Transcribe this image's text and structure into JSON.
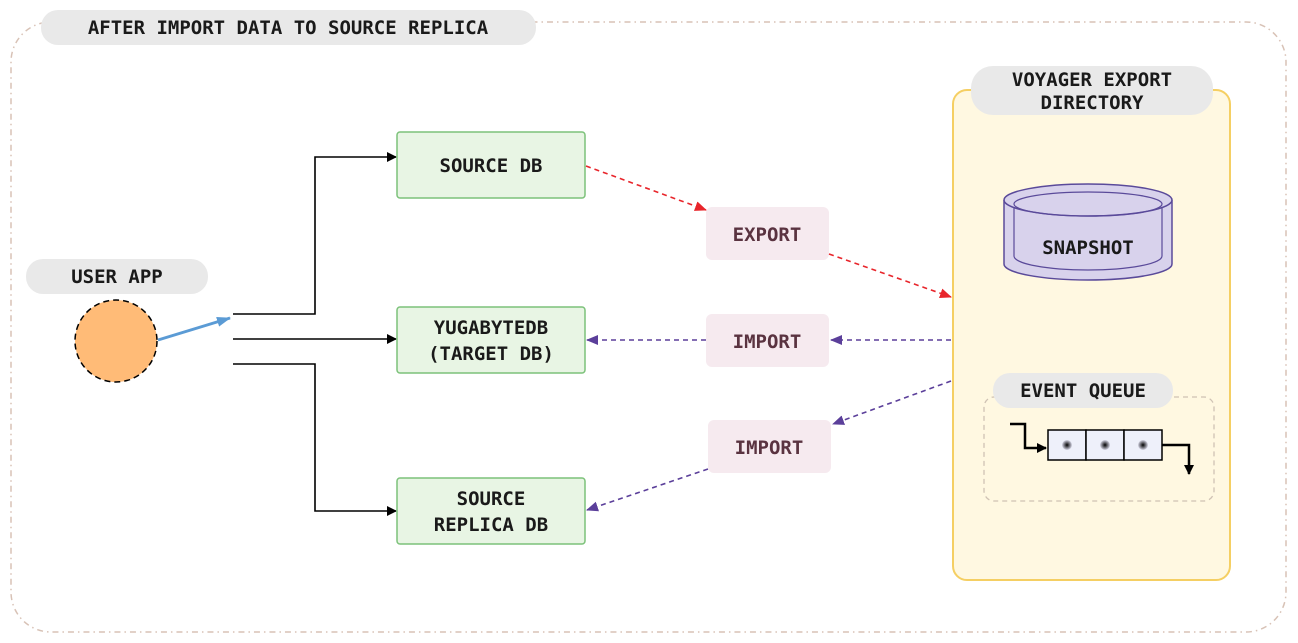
{
  "diagram": {
    "frame_title": "AFTER IMPORT DATA TO SOURCE REPLICA",
    "user_app": "USER APP",
    "source_db": "SOURCE DB",
    "target_db_line1": "YUGABYTEDB",
    "target_db_line2": "(TARGET DB)",
    "replica_db_line1": "SOURCE",
    "replica_db_line2": "REPLICA DB",
    "export_label": "EXPORT",
    "import_label_1": "IMPORT",
    "import_label_2": "IMPORT",
    "export_dir_line1": "VOYAGER EXPORT",
    "export_dir_line2": "DIRECTORY",
    "snapshot": "SNAPSHOT",
    "event_queue": "EVENT QUEUE"
  },
  "colors": {
    "db_box_fill": "#e8f5e4",
    "db_box_stroke": "#7cc27a",
    "op_pill_fill": "#f6eaef",
    "export_arrow": "#e8252b",
    "import_arrow": "#5b3f9a",
    "export_dir_fill": "#fff8e1",
    "export_dir_stroke": "#f5cf63",
    "snapshot_fill": "#d8d2ec",
    "user_app_fill": "#ffbb77",
    "user_arrow": "#5b9bd5"
  }
}
